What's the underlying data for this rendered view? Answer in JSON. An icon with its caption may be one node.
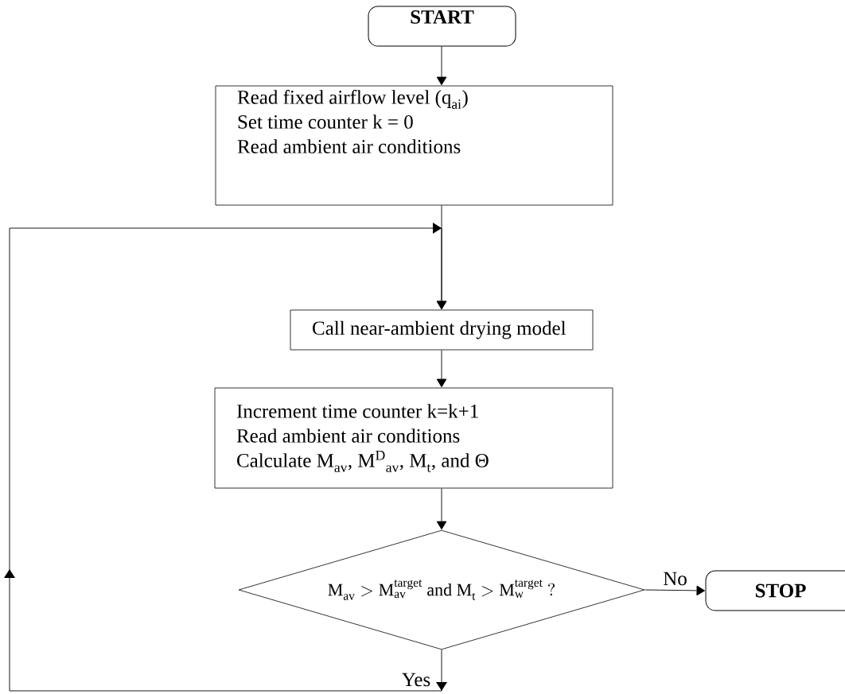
{
  "diagram": {
    "nodes": [
      {
        "text": [
          "START"
        ]
      },
      {
        "text": [
          "Read fixed airflow level (q$_{ai}$)",
          "Set time counter k = 0",
          "Read ambient air conditions"
        ]
      },
      {
        "text": [
          "Call near-ambient drying model"
        ]
      },
      {
        "text": [
          "Increment time counter k=k+1",
          "Read ambient air conditions",
          "Calculate M$_{av}$, M$^{D}$$_{av}$, M$_{t}$, and Θ"
        ]
      },
      {
        "text": [
          "\\mathrm{M}_{\\mathrm{av}} > \\mathrm{M}_{\\mathrm{av}}^{\\mathrm{target}}\\ \\mathrm{and}\\ \\mathrm{M}_{\\mathrm{t}} > \\mathrm{M}_{\\mathrm{w}}^{\\mathrm{target}}\\ ?"
        ]
      },
      {
        "text": [
          "STOP"
        ]
      }
    ],
    "edges": [
      {
        "from": 0,
        "to": 1,
        "arrow": "to"
      },
      {
        "from": 1,
        "to": 2,
        "arrow": "to"
      },
      {
        "from": 2,
        "to": 3,
        "arrow": "to"
      },
      {
        "from": 3,
        "to": 4,
        "arrow": "to"
      },
      {
        "from": 4,
        "to": 5,
        "arrow": "to",
        "label": "No"
      },
      {
        "from": 4,
        "to": 2,
        "arrow": "to",
        "label": "Yes"
      }
    ]
  }
}
